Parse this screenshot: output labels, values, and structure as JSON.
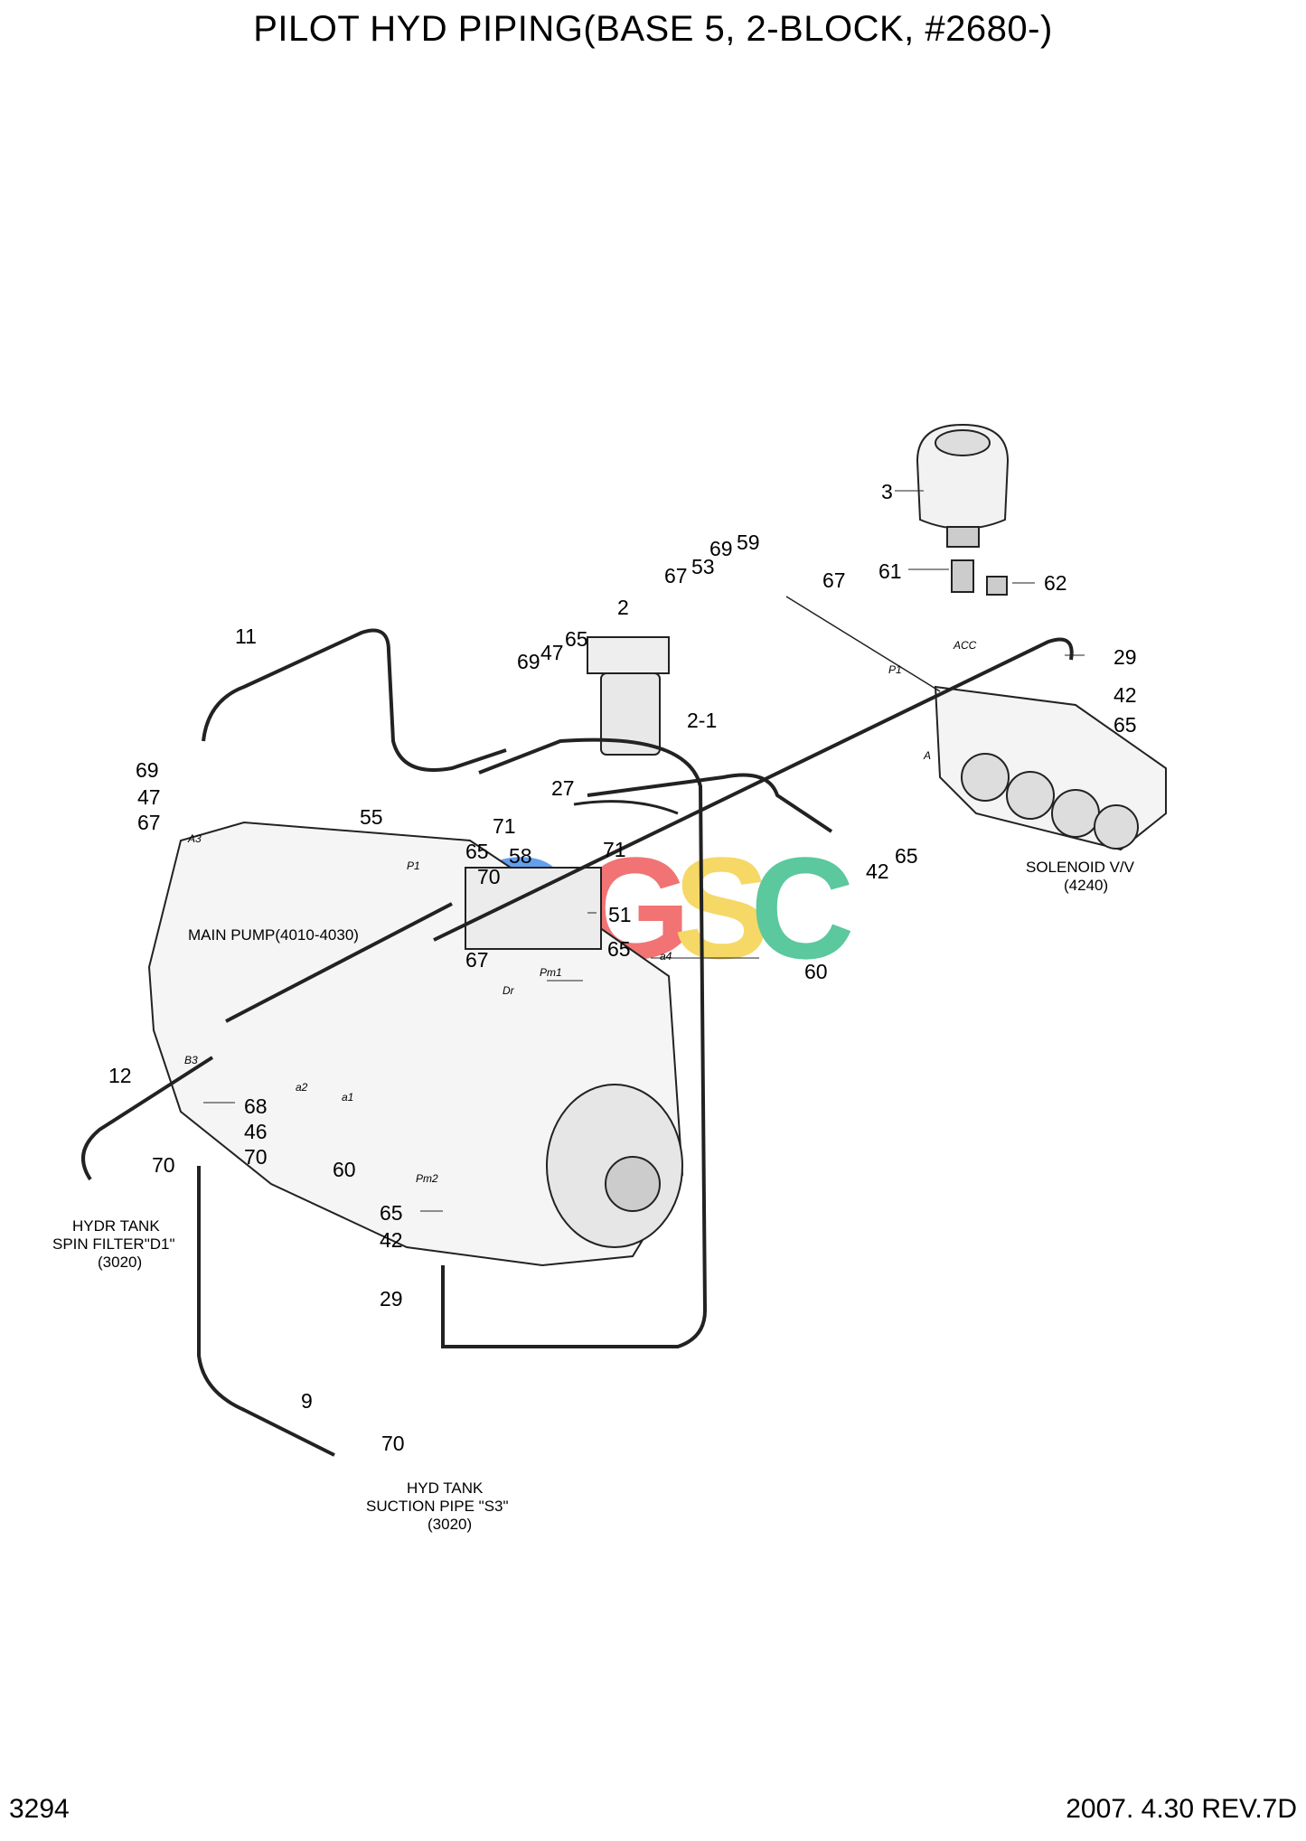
{
  "title": "PILOT HYD PIPING(BASE 5, 2-BLOCK, #2680-)",
  "footer": {
    "page_number": "3294",
    "date_rev": "2007. 4.30  REV.7D"
  },
  "watermark": {
    "letters": [
      "C",
      "G",
      "S",
      "C"
    ],
    "colors": [
      "#4a8fe8",
      "#ef5b5b",
      "#f4d24c",
      "#3fbf8e"
    ]
  },
  "part_labels": {
    "p3": "3",
    "p61": "61",
    "p62": "62",
    "p29a": "29",
    "p42a": "42",
    "p65a": "65",
    "p59": "59",
    "p69a": "69",
    "p53": "53",
    "p67a": "67",
    "p67b": "67",
    "p2": "2",
    "p2_1": "2-1",
    "p69b": "69",
    "p47a": "47",
    "p65b": "65",
    "p11": "11",
    "p27": "27",
    "p69c": "69",
    "p47b": "47",
    "p67c": "67",
    "p55": "55",
    "p71a": "71",
    "p65c": "65",
    "p58": "58",
    "p70a": "70",
    "p71b": "71",
    "p51": "51",
    "p65d": "65",
    "p67d": "67",
    "p60a": "60",
    "p42b": "42",
    "p65e": "65",
    "p12": "12",
    "p68": "68",
    "p46": "46",
    "p70b": "70",
    "p60b": "60",
    "p70c": "70",
    "p65f": "65",
    "p42c": "42",
    "p29b": "29",
    "p9": "9",
    "p70d": "70"
  },
  "notes": {
    "main_pump": "MAIN PUMP(4010-4030)",
    "solenoid_1": "SOLENOID V/V",
    "solenoid_2": "(4240)",
    "hydr_tank_1": "HYDR TANK",
    "hydr_tank_2": "SPIN FILTER\"D1\"",
    "hydr_tank_3": "(3020)",
    "hyd_tank_1": "HYD TANK",
    "hyd_tank_2": "SUCTION PIPE \"S3\"",
    "hyd_tank_3": "(3020)"
  },
  "port_marks": {
    "acc": "ACC",
    "p1_line": "P1",
    "a_port": "A",
    "a3": "A3",
    "p1_pump": "P1",
    "pm1": "Pm1",
    "dr": "Dr",
    "b3": "B3",
    "a2": "a2",
    "a1": "a1",
    "a4": "a4",
    "pm2": "Pm2"
  }
}
